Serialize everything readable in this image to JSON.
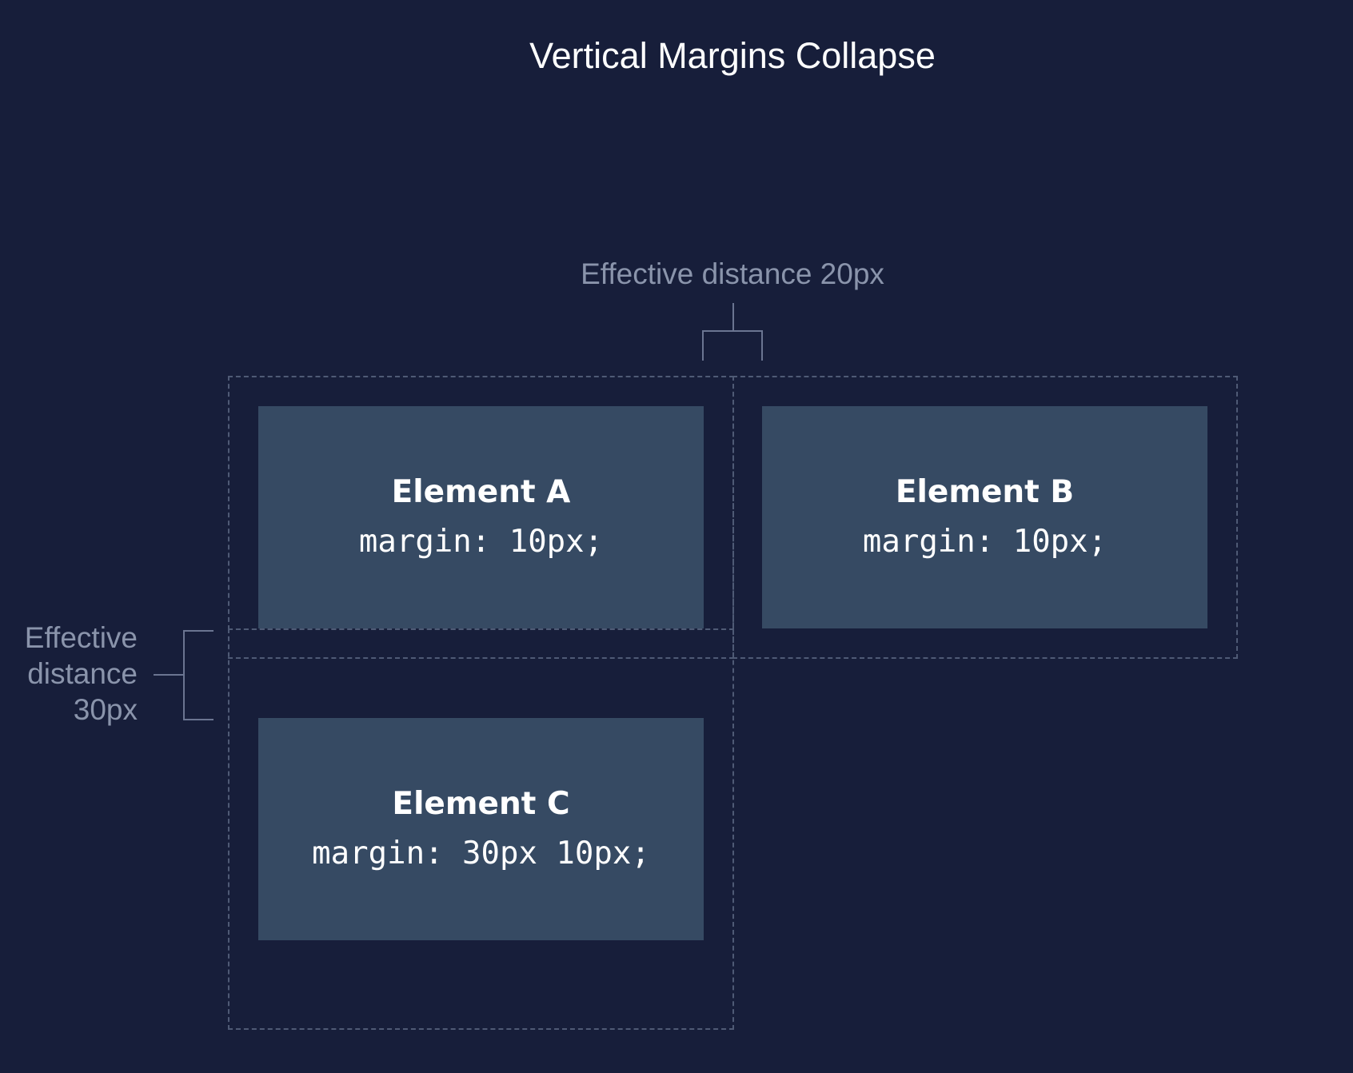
{
  "title": "Vertical Margins Collapse",
  "notes": {
    "horizontal": "Effective distance 20px",
    "vertical_line1": "Effective",
    "vertical_line2": "distance",
    "vertical_line3": "30px"
  },
  "elements": [
    {
      "name": "Element A",
      "code": "margin: 10px;"
    },
    {
      "name": "Element B",
      "code": "margin: 10px;"
    },
    {
      "name": "Element C",
      "code": "margin: 30px 10px;"
    }
  ],
  "colors": {
    "background": "#171e3a",
    "box_fill": "#364a63",
    "dashed_outline": "#4f5a75",
    "annotation_text": "#8a94ab",
    "title_text": "#ffffff"
  }
}
